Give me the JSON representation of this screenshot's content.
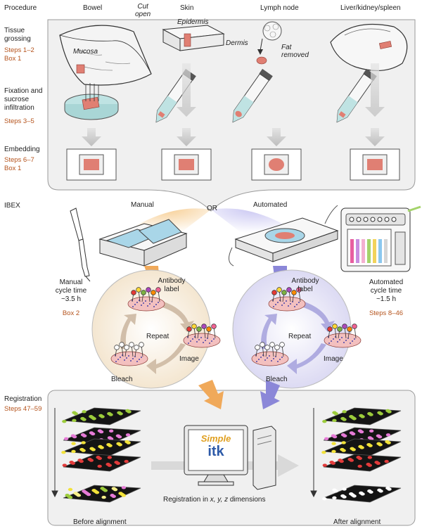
{
  "header": {
    "procedure": "Procedure",
    "bowel": "Bowel",
    "cut_open": "Cut\nopen",
    "skin": "Skin",
    "lymph_node": "Lymph node",
    "liver": "Liver/kidney/spleen"
  },
  "tissue_labels": {
    "mucosa": "Mucosa",
    "epidermis": "Epidermis",
    "dermis": "Dermis",
    "fat_removed": "Fat\nremoved"
  },
  "rows": {
    "grossing": {
      "title": "Tissue\ngrossing",
      "steps": "Steps 1–2\nBox 1"
    },
    "fixation": {
      "title": "Fixation and\nsucrose\ninfiltration",
      "steps": "Steps 3–5"
    },
    "embedding": {
      "title": "Embedding",
      "steps": "Steps 6–7\nBox 1"
    }
  },
  "ibex": {
    "title": "IBEX",
    "manual": "Manual",
    "or": "OR",
    "automated": "Automated",
    "manual_time": "Manual\ncycle time\n~3.5 h",
    "manual_box": "Box 2",
    "auto_time": "Automated\ncycle time\n~1.5 h",
    "auto_steps": "Steps 8–46",
    "cycle": {
      "antibody": "Antibody\nlabel",
      "repeat": "Repeat",
      "image": "Image",
      "bleach": "Bleach"
    }
  },
  "registration": {
    "title": "Registration",
    "steps": "Steps 47–59",
    "simple": "Simple",
    "itk": "itk",
    "caption_prefix": "Registration in ",
    "caption_vars": "x, y, z",
    "caption_suffix": " dimensions",
    "before": "Before alignment",
    "after": "After alignment"
  },
  "colors": {
    "orange": "#f0a95a",
    "purple": "#8b87d8",
    "step_text": "#b5531c",
    "tissue": "#e07f73",
    "panel": "#f0f0f0"
  }
}
